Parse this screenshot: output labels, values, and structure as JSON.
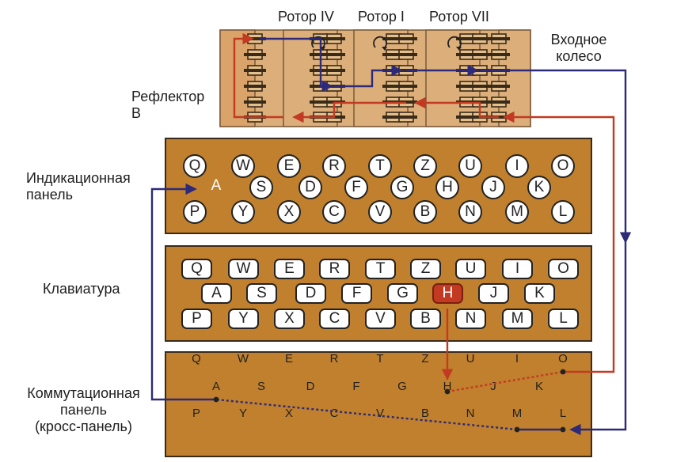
{
  "labels": {
    "rotor_left": "Ротор IV",
    "rotor_mid": "Ротор I",
    "rotor_right": "Ротор VII",
    "entry_wheel_line1": "Входное",
    "entry_wheel_line2": "колесо",
    "reflector_line1": "Рефлектор",
    "reflector_line2": "B",
    "lampboard_line1": "Индикационная",
    "lampboard_line2": "панель",
    "keyboard": "Клавиатура",
    "plugboard_line1": "Коммутационная",
    "plugboard_line2": "панель",
    "plugboard_line3": "(кросс-панель)"
  },
  "rows": [
    [
      "Q",
      "W",
      "E",
      "R",
      "T",
      "Z",
      "U",
      "I",
      "O"
    ],
    [
      "A",
      "S",
      "D",
      "F",
      "G",
      "H",
      "J",
      "K"
    ],
    [
      "P",
      "Y",
      "X",
      "C",
      "V",
      "B",
      "N",
      "M",
      "L"
    ]
  ],
  "lit_lamp": "A",
  "pressed_key": "H",
  "colors": {
    "wood": "#c0802d",
    "rotor": "#dcae7a",
    "signal_in": "#c23a22",
    "signal_out": "#2e2a7a",
    "lit_lamp": "#2e2a7a",
    "pressed_key": "#c23a22"
  }
}
